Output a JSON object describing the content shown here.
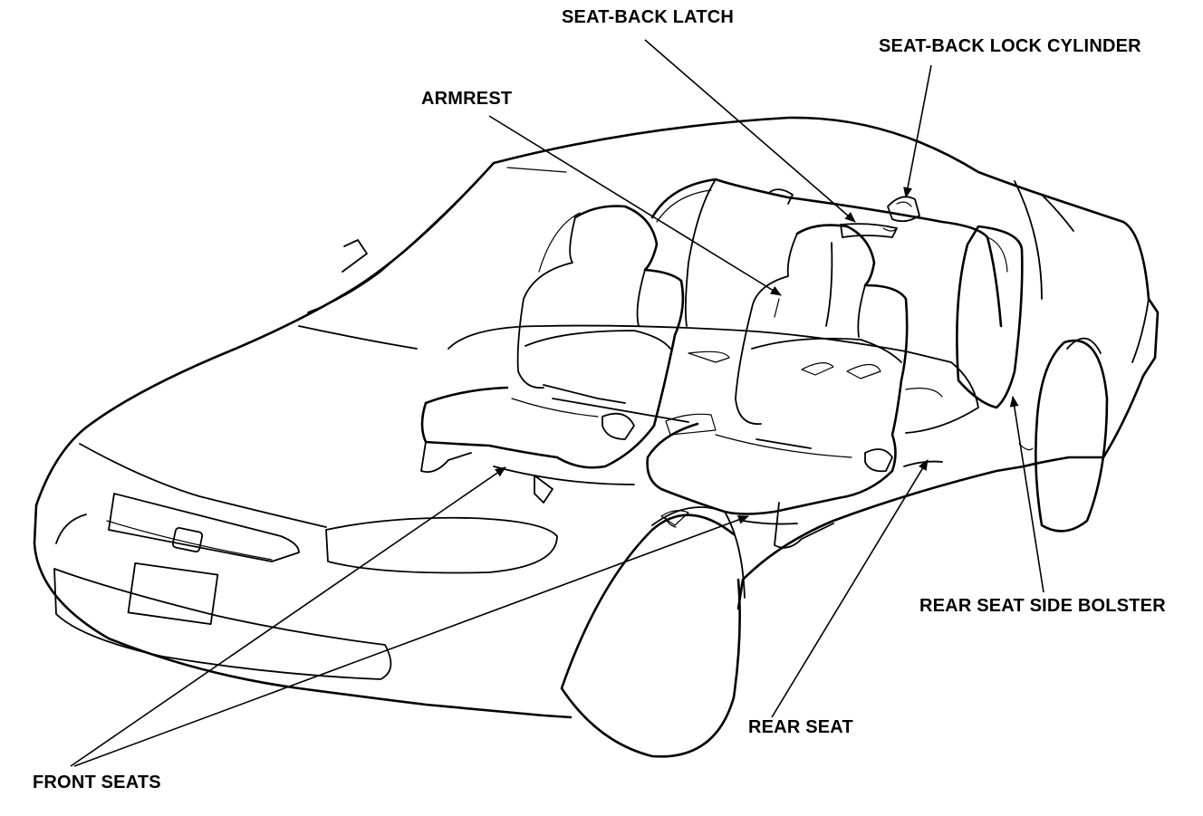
{
  "diagram": {
    "subject": "car cutaway showing seating components",
    "labels": {
      "seat_back_latch": "SEAT-BACK LATCH",
      "seat_back_lock_cylinder": "SEAT-BACK LOCK CYLINDER",
      "armrest": "ARMREST",
      "rear_seat_side_bolster": "REAR SEAT SIDE BOLSTER",
      "rear_seat": "REAR SEAT",
      "front_seats": "FRONT SEATS"
    },
    "colors": {
      "line": "#000000",
      "background": "#ffffff"
    }
  }
}
